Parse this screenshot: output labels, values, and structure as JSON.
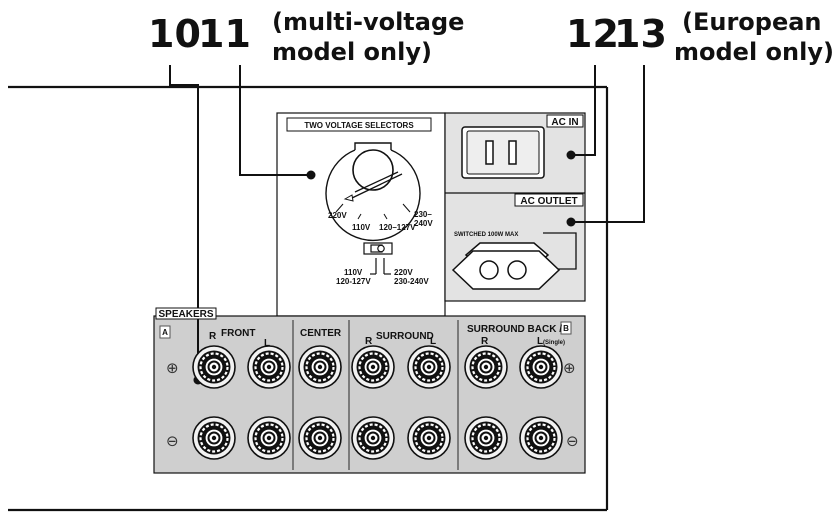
{
  "callouts": {
    "n10": "10",
    "n11": "11",
    "note_multi_line1": "(multi-voltage",
    "note_multi_line2": "model only)",
    "n12": "12",
    "n13": "13",
    "note_euro_line1": "(European",
    "note_euro_line2": "model only)"
  },
  "voltage": {
    "title": "TWO VOLTAGE SELECTORS",
    "dial_220": "220V",
    "dial_110": "110V",
    "dial_120": "120–127V",
    "dial_230a": "230–",
    "dial_230b": "240V",
    "sw_left_a": "110V",
    "sw_left_b": "120-127V",
    "sw_right_a": "220V",
    "sw_right_b": "230-240V"
  },
  "ac": {
    "ac_in": "AC IN",
    "ac_outlet": "AC OUTLET",
    "switched": "SWITCHED 100W MAX"
  },
  "speakers": {
    "title": "SPEAKERS",
    "badge_a": "A",
    "badge_b": "B",
    "front": "FRONT",
    "center": "CENTER",
    "surround": "SURROUND",
    "surround_back": "SURROUND BACK /",
    "r": "R",
    "l": "L",
    "single": "(Single)",
    "plus": "⊕",
    "minus": "⊖"
  }
}
